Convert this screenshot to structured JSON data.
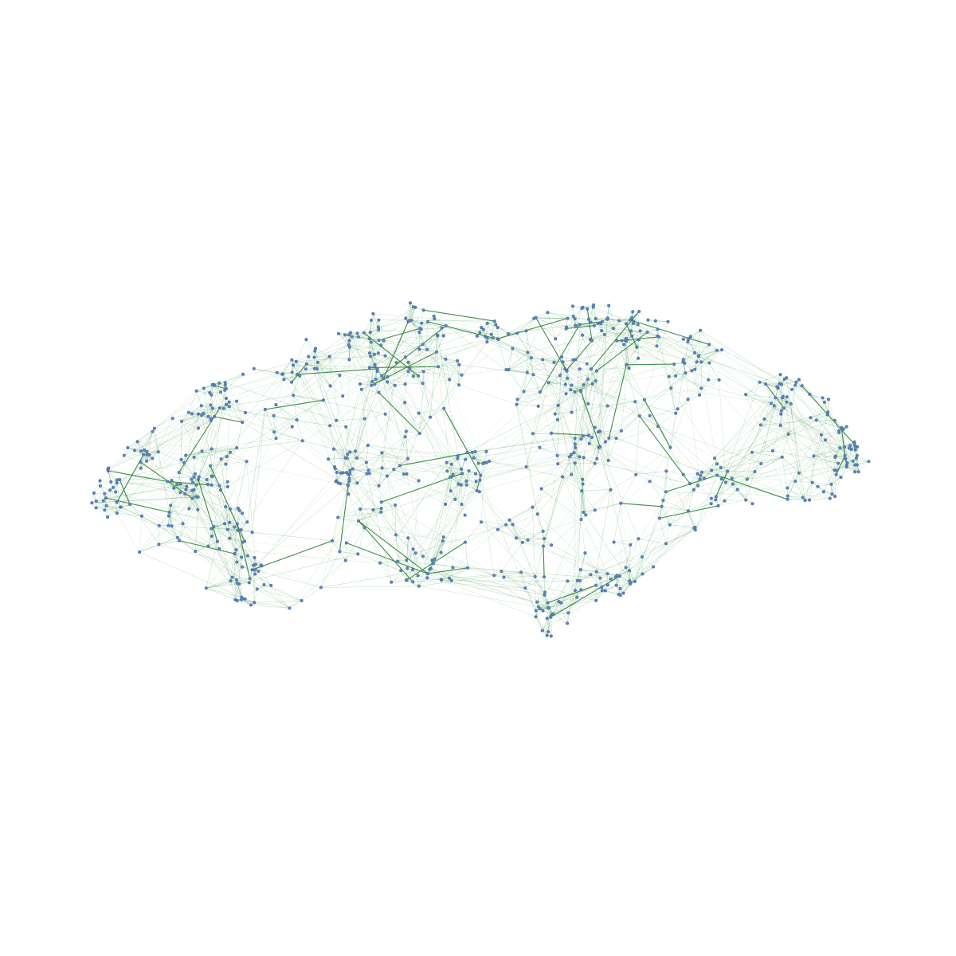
{
  "diagram": {
    "type": "network-graph",
    "shape": "brain-lateral-view",
    "background_color": "#ffffff",
    "node_color": "#5b84c0",
    "edge_color": "#2f8f3a",
    "strong_edge_color": "#1f7a2a",
    "node_count_approx": 900,
    "labels": "none"
  }
}
